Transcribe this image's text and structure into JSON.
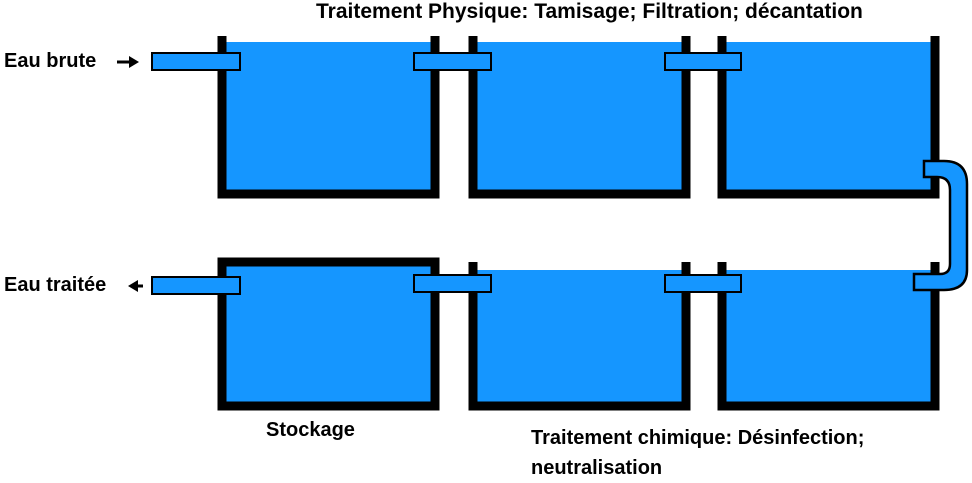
{
  "title_top": "Traitement Physique: Tamisage; Filtration; décantation",
  "inlet_label": "Eau brute",
  "outlet_label": "Eau traitée",
  "storage_label": "Stockage",
  "chemical_label_line1": "Traitement chimique: Désinfection;",
  "chemical_label_line2": "neutralisation",
  "colors": {
    "water": "#1596ff",
    "outline": "#000000",
    "background": "#ffffff"
  },
  "icons": {
    "inlet_arrow": "arrow-right-icon",
    "outlet_arrow": "arrow-left-icon"
  }
}
